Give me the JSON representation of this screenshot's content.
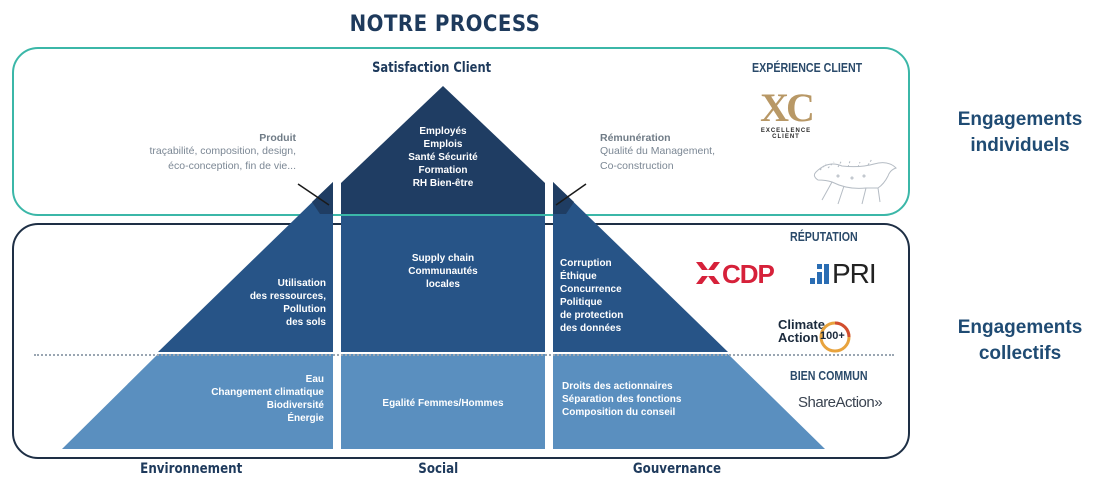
{
  "title": "NOTRE PROCESS",
  "apex_label": "Satisfaction Client",
  "top_center": [
    "Employés",
    "Emplois",
    "Santé Sécurité",
    "Formation",
    "RH Bien-être"
  ],
  "produit": {
    "title": "Produit",
    "lines": [
      "traçabilité,  composition, design,",
      "éco-conception, fin de vie..."
    ]
  },
  "remuneration": {
    "title": "Rémunération",
    "lines": [
      "Qualité du Management,",
      "Co-construction"
    ]
  },
  "middle": {
    "left": [
      "Utilisation",
      "des ressources,",
      "Pollution",
      "des sols"
    ],
    "center": [
      "Supply chain",
      "Communautés",
      "locales"
    ],
    "right": [
      "Corruption",
      "Éthique",
      "Concurrence",
      "Politique",
      "de protection",
      "des données"
    ]
  },
  "bottom": {
    "left": [
      "Eau",
      "Changement climatique",
      "Biodiversité",
      "Énergie"
    ],
    "center": [
      "Egalité Femmes/Hommes"
    ],
    "right": [
      "Droits des actionnaires",
      "Séparation des fonctions",
      "Composition du conseil"
    ]
  },
  "base_labels": [
    "Environnement",
    "Social",
    "Gouvernance"
  ],
  "sections": {
    "experience": "EXPÉRIENCE CLIENT",
    "reputation": "RÉPUTATION",
    "bien_commun": "BIEN COMMUN"
  },
  "logos": {
    "xc_letters": "XC",
    "xc_sub1": "EXCELLENCE",
    "xc_sub2": "CLIENT",
    "cdp": "CDP",
    "pri": "PRI",
    "ca_line1": "Climate",
    "ca_line2": "Action",
    "ca_num": "100+",
    "shareaction": "ShareAction»"
  },
  "side_labels": {
    "individuels": [
      "Engagements",
      "individuels"
    ],
    "collectifs": [
      "Engagements",
      "collectifs"
    ]
  },
  "colors": {
    "top_dark": "#1f3d63",
    "mid": "#275487",
    "bottom": "#5a8fbf",
    "teal_border": "#3bb7a8",
    "navy_border": "#1e2f45",
    "side_text": "#1f4b73",
    "cdp_red": "#d6213a",
    "pri_blue": "#2a6db3",
    "xc_gold": "#b89866"
  },
  "icons": [
    "horse-illustration-icon",
    "cdp-mark-icon",
    "pri-bars-icon",
    "pointer-arrow-icon"
  ]
}
